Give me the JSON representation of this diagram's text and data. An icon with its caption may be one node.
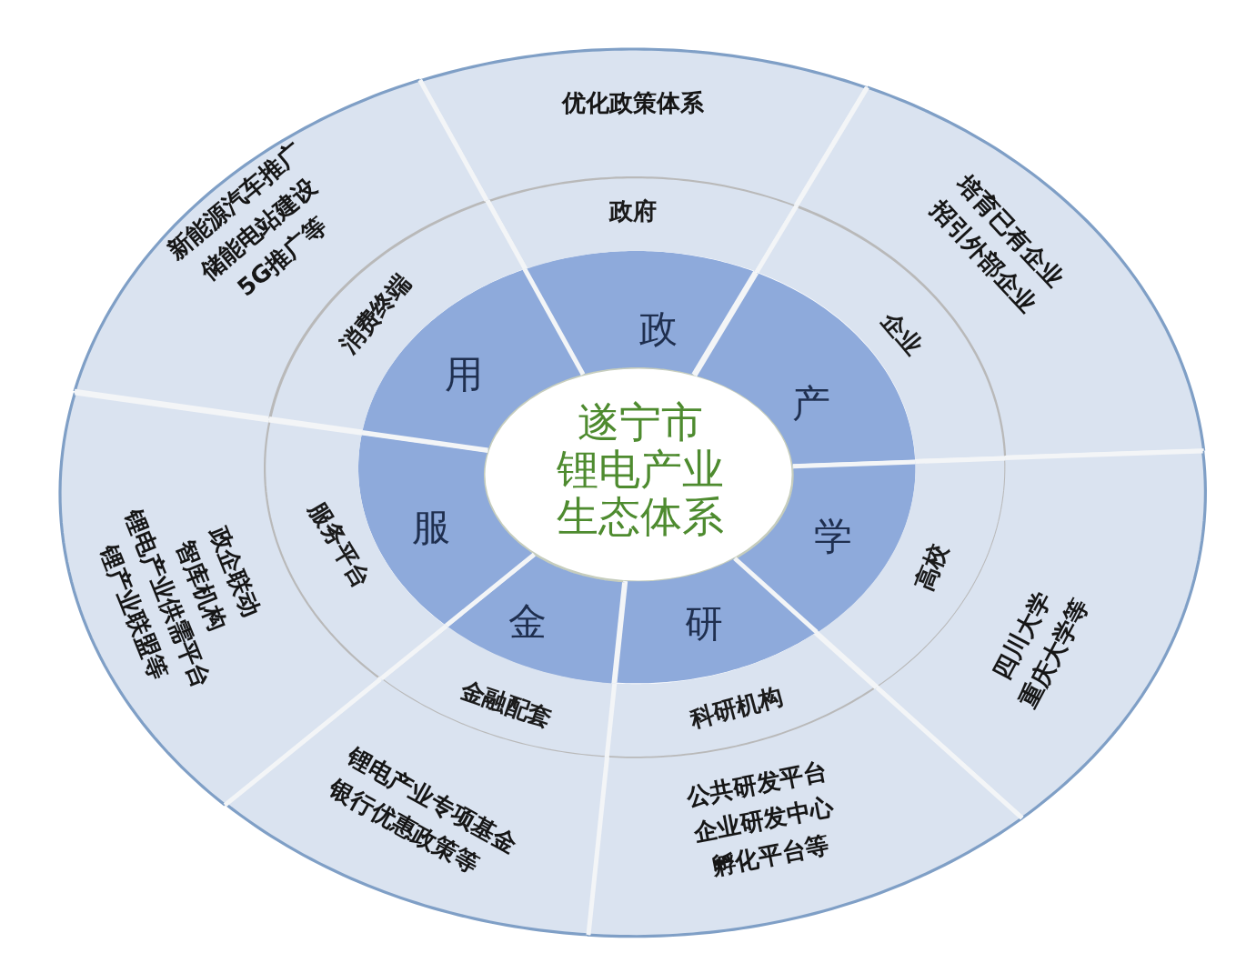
{
  "diagram": {
    "nodes": [
      {
        "text": [
          "遂宁市锂电产业生态体系"
        ]
      },
      {
        "text": [
          "政"
        ]
      },
      {
        "text": [
          "产"
        ]
      },
      {
        "text": [
          "学"
        ]
      },
      {
        "text": [
          "研"
        ]
      },
      {
        "text": [
          "金"
        ]
      },
      {
        "text": [
          "服"
        ]
      },
      {
        "text": [
          "用"
        ]
      },
      {
        "text": [
          "政府"
        ]
      },
      {
        "text": [
          "企业"
        ]
      },
      {
        "text": [
          "高校"
        ]
      },
      {
        "text": [
          "科研机构"
        ]
      },
      {
        "text": [
          "金融配套"
        ]
      },
      {
        "text": [
          "服务平台"
        ]
      },
      {
        "text": [
          "消费终端"
        ]
      },
      {
        "text": [
          "优化政策体系"
        ]
      },
      {
        "text": [
          "培育已有企业",
          "招引外部企业"
        ]
      },
      {
        "text": [
          "四川大学",
          "重庆大学等"
        ]
      },
      {
        "text": [
          "公共研发平台",
          "企业研发中心",
          "孵化平台等"
        ]
      },
      {
        "text": [
          "锂电产业专项基金",
          "银行优惠政策等"
        ]
      },
      {
        "text": [
          "政企联动",
          "智库机构",
          "锂电产业供需平台",
          "锂产业联盟等"
        ]
      },
      {
        "text": [
          "新能源汽车推广",
          "储能电站建设",
          "5G推广等"
        ]
      }
    ]
  }
}
